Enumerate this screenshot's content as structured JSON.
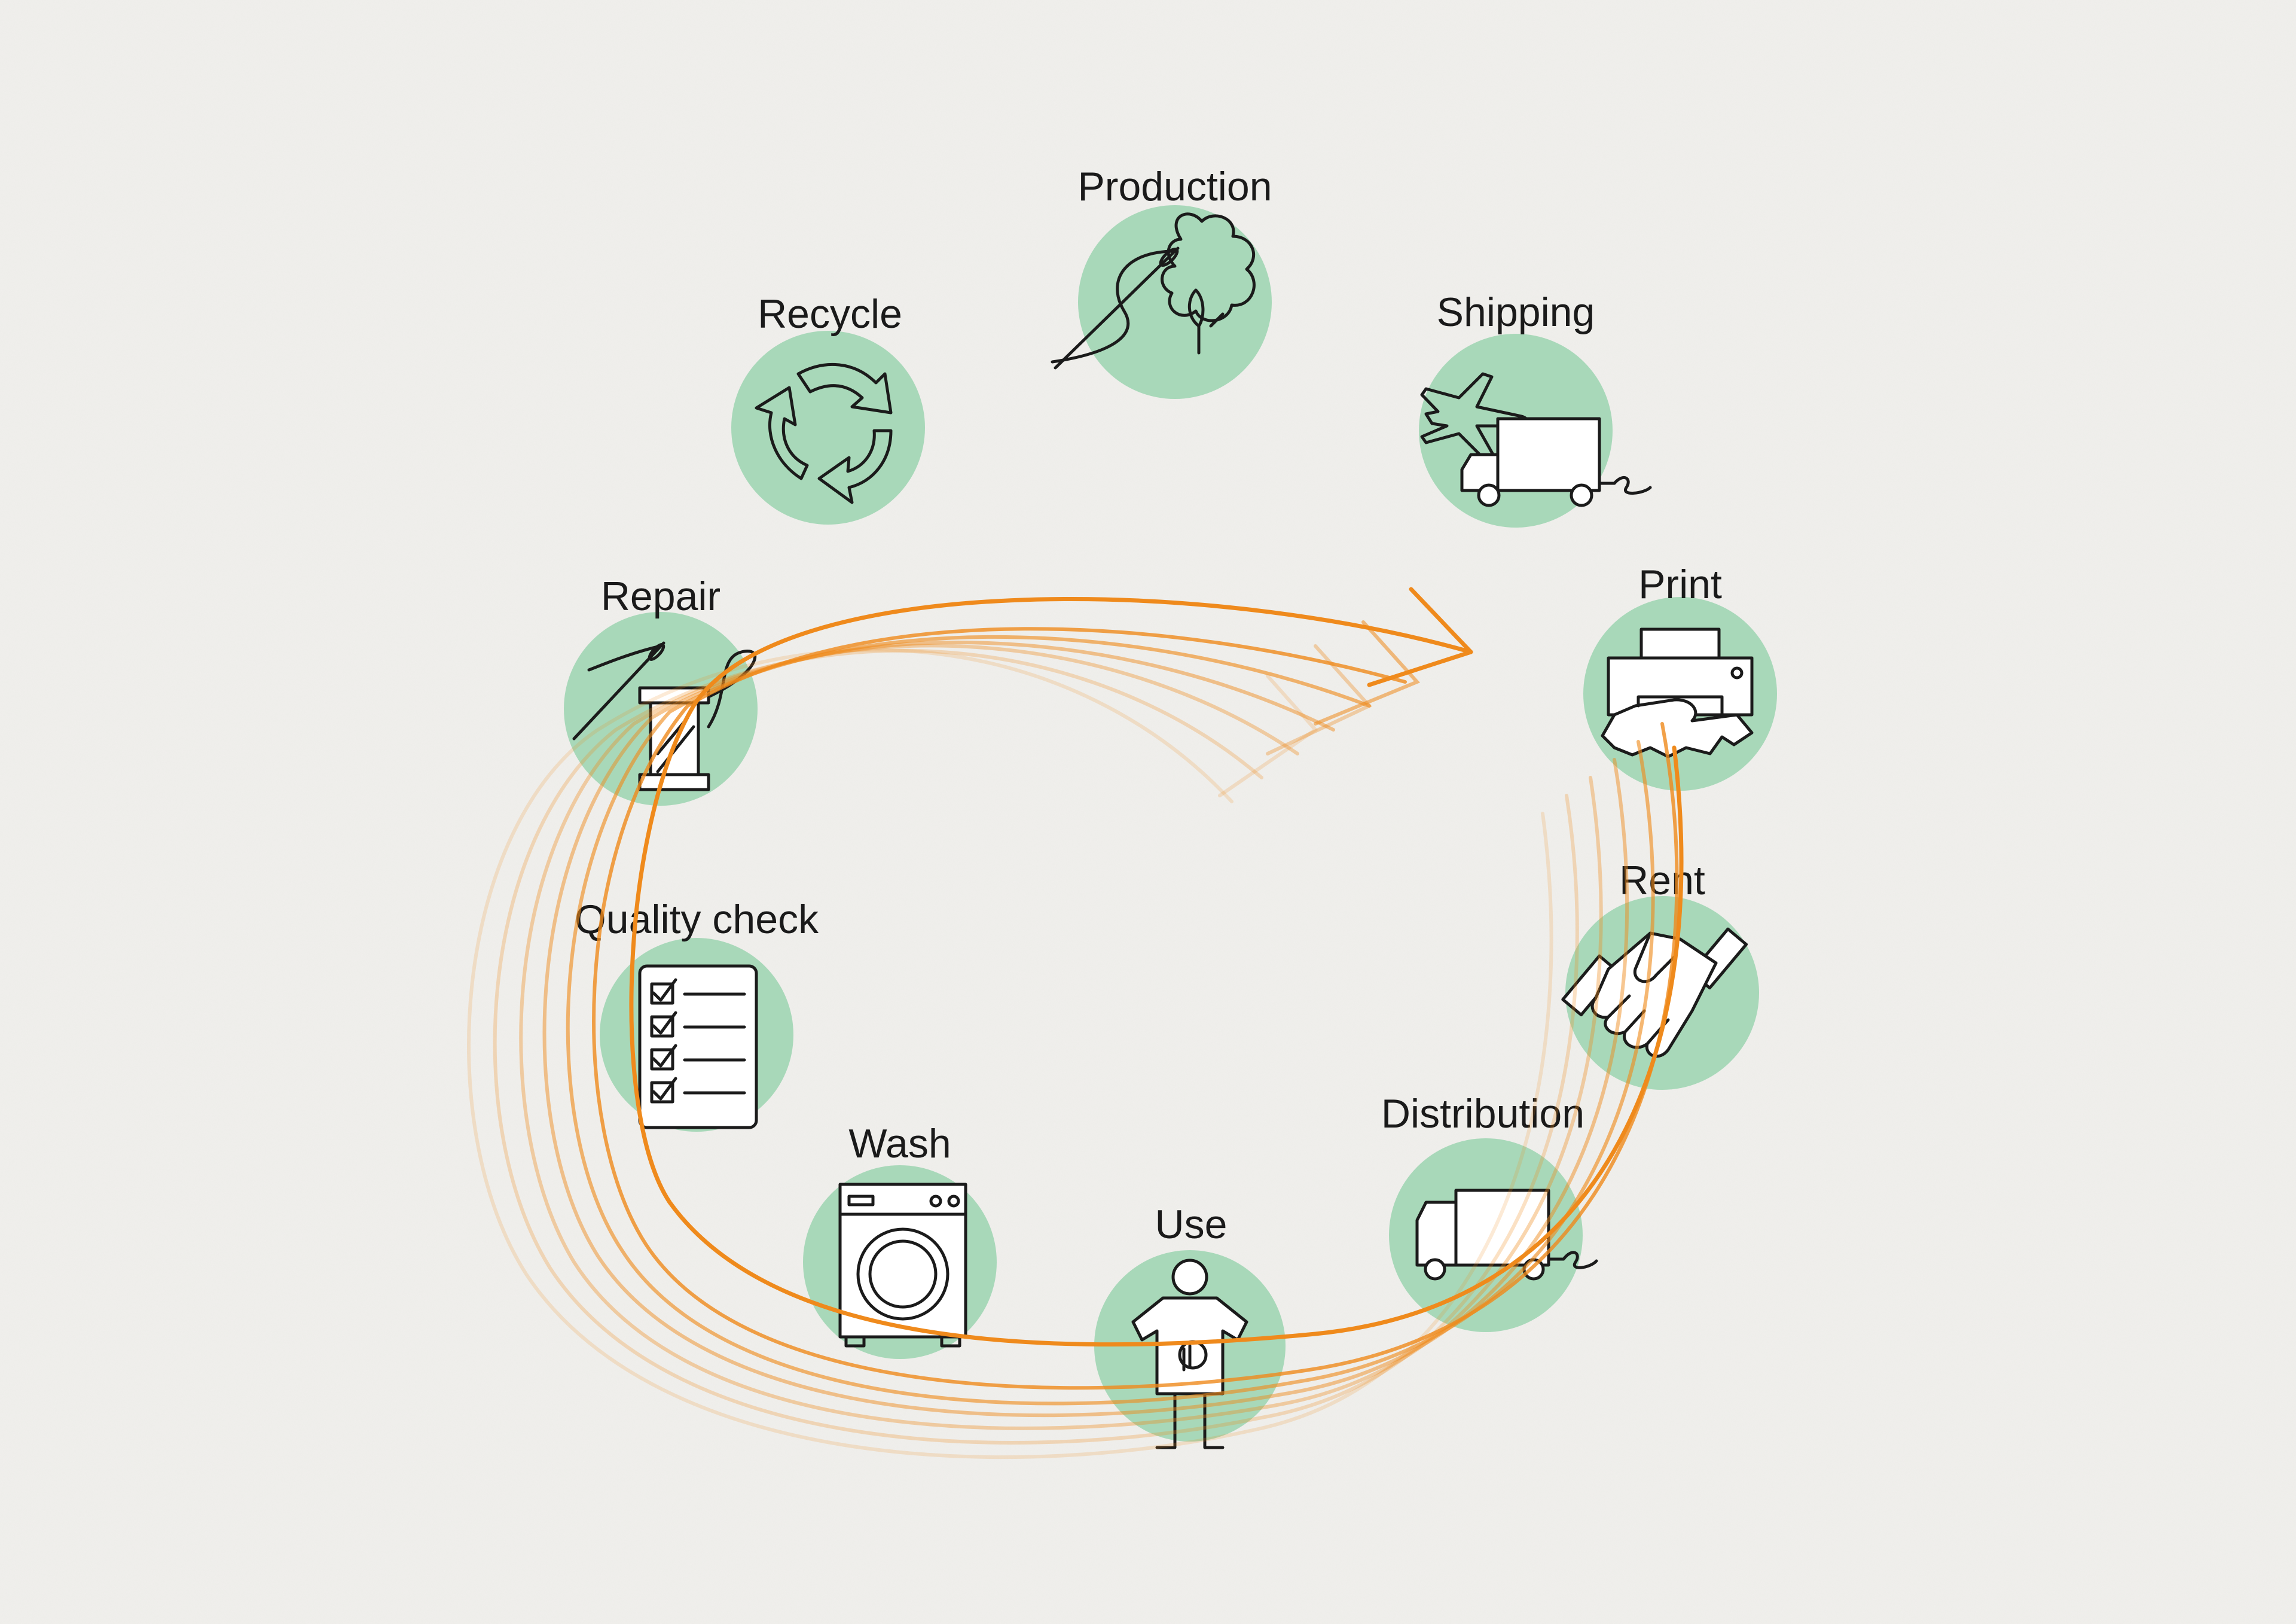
{
  "colors": {
    "background": "#f1f0ed",
    "circle": "#a8d8b9",
    "arrow": "#ef8a1c",
    "ink": "#1b1b1b"
  },
  "stages": [
    {
      "key": "production",
      "label": "Production",
      "icon": "cotton-needle-icon"
    },
    {
      "key": "shipping",
      "label": "Shipping",
      "icon": "plane-truck-icon"
    },
    {
      "key": "print",
      "label": "Print",
      "icon": "printer-icon"
    },
    {
      "key": "rent",
      "label": "Rent",
      "icon": "handshake-icon"
    },
    {
      "key": "distribution",
      "label": "Distribution",
      "icon": "delivery-truck-icon"
    },
    {
      "key": "use",
      "label": "Use",
      "icon": "person-tshirt-icon"
    },
    {
      "key": "wash",
      "label": "Wash",
      "icon": "washing-machine-icon"
    },
    {
      "key": "quality_check",
      "label": "Quality check",
      "icon": "checklist-icon"
    },
    {
      "key": "repair",
      "label": "Repair",
      "icon": "needle-thread-spool-icon"
    },
    {
      "key": "recycle",
      "label": "Recycle",
      "icon": "recycle-arrows-icon"
    }
  ]
}
